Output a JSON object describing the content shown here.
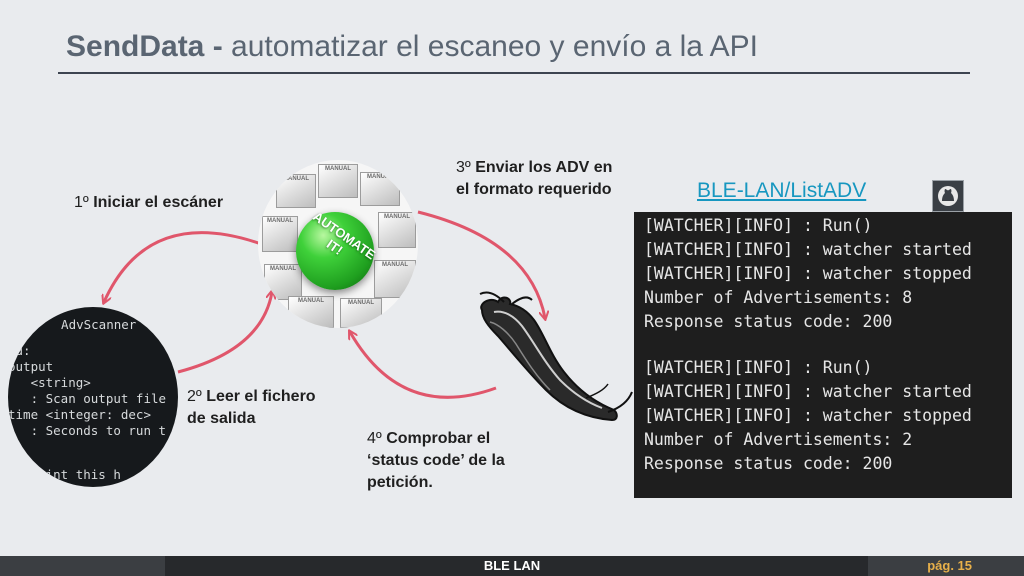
{
  "slide": {
    "title_bold": "SendData -",
    "title_rest": " automatizar el escaneo y envío a la API"
  },
  "steps": {
    "s1": {
      "num": "1º ",
      "text": "Iniciar el escáner"
    },
    "s2": {
      "num": "2º ",
      "text": "Leer el fichero",
      "text2": "de salida"
    },
    "s3": {
      "num": "3º ",
      "text": "Enviar los ADV en",
      "text2": "el formato requerido"
    },
    "s4": {
      "num": "4º ",
      "text": "Comprobar el",
      "text2": "‘status code’ de la",
      "text3": "petición."
    }
  },
  "code_snippet": [
    "  AdvScanner",
    "ed:",
    "output",
    "   <string>",
    "   : Scan output file",
    "time <integer: dec>",
    "   : Seconds to run t",
    "",
    "   Print this h"
  ],
  "automate_image": {
    "ball_text_line1": "AUTOMATE",
    "ball_text_line2": "IT!",
    "cube_label": "MANUAL"
  },
  "repo_link": {
    "text": "BLE-LAN/ListADV",
    "icon": "github-icon"
  },
  "terminal_lines": [
    "[WATCHER][INFO] : Run()",
    "[WATCHER][INFO] : watcher started",
    "[WATCHER][INFO] : watcher stopped",
    "Number of Advertisements: 8",
    "Response status code: 200",
    "",
    "[WATCHER][INFO] : Run()",
    "[WATCHER][INFO] : watcher started",
    "[WATCHER][INFO] : watcher stopped",
    "Number of Advertisements: 2",
    "Response status code: 200"
  ],
  "footer": {
    "center": "BLE LAN",
    "page": "pág. 15"
  },
  "colors": {
    "arrow": "#e0566b",
    "accent": "#1797c0",
    "page_num": "#e8b04a"
  }
}
